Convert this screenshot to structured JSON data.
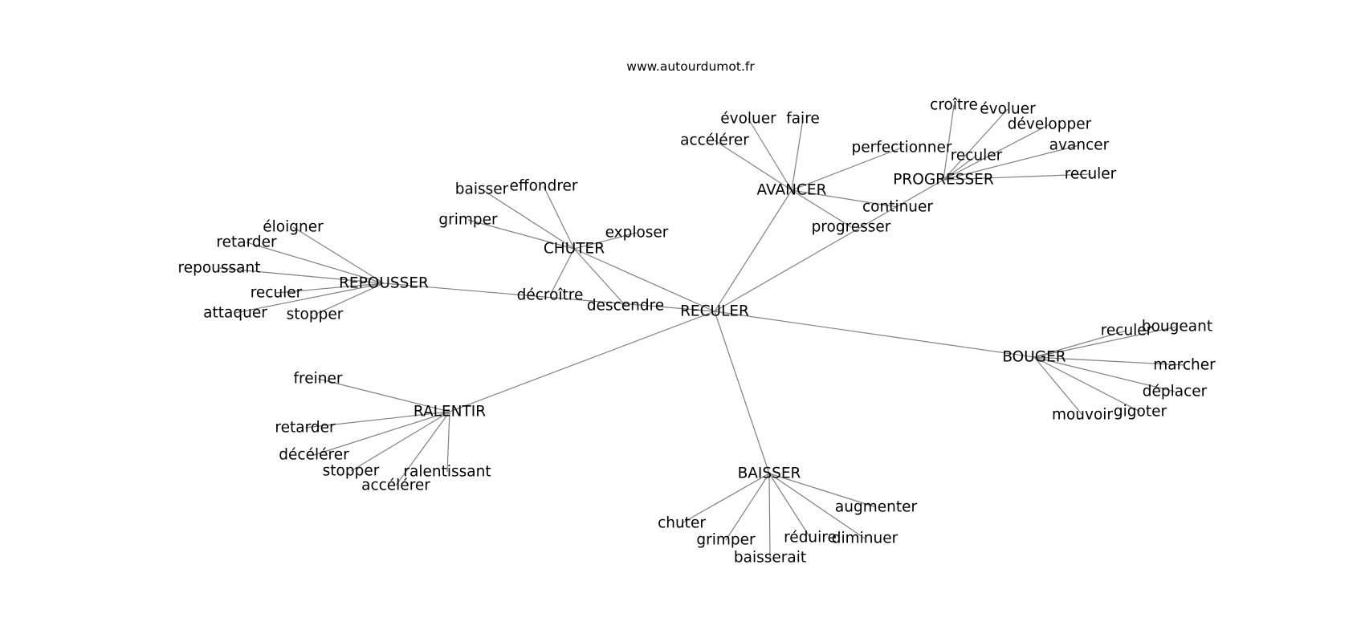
{
  "source": "www.autourdumot.fr",
  "center": "RECULER",
  "hubs": [
    {
      "id": "avancer",
      "label": "AVANCER",
      "leaves": [
        "évoluer",
        "faire",
        "accélérer",
        "perfectionner",
        "continuer",
        "progresser"
      ]
    },
    {
      "id": "progresser",
      "label": "PROGRESSER",
      "leaves": [
        "croître",
        "évoluer",
        "développer",
        "avancer",
        "reculer",
        "reculer"
      ]
    },
    {
      "id": "chuter",
      "label": "CHUTER",
      "leaves": [
        "baisser",
        "effondrer",
        "grimper",
        "exploser",
        "décroître",
        "descendre"
      ]
    },
    {
      "id": "repousser",
      "label": "REPOUSSER",
      "leaves": [
        "éloigner",
        "retarder",
        "repoussant",
        "reculer",
        "attaquer",
        "stopper"
      ]
    },
    {
      "id": "ralentir",
      "label": "RALENTIR",
      "leaves": [
        "freiner",
        "retarder",
        "décélérer",
        "stopper",
        "accélérer",
        "ralentissant"
      ]
    },
    {
      "id": "baisser",
      "label": "BAISSER",
      "leaves": [
        "chuter",
        "grimper",
        "baisserait",
        "réduire",
        "diminuer",
        "augmenter"
      ]
    },
    {
      "id": "bouger",
      "label": "BOUGER",
      "leaves": [
        "reculer",
        "bougeant",
        "marcher",
        "déplacer",
        "gigoter",
        "mouvoir"
      ]
    }
  ]
}
